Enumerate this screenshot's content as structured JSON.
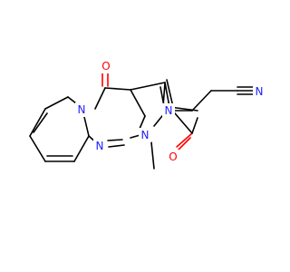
{
  "colors": {
    "background": "#ffffff",
    "carbon_bond": "#000000",
    "nitrogen": "#2020ff",
    "oxygen": "#ff0000"
  },
  "atoms": {
    "ring_n_pyridine": {
      "symbol": "N",
      "color": "nitrogen"
    },
    "ring_n_pyrimidine": {
      "symbol": "N",
      "color": "nitrogen"
    },
    "ring_n_pyrrole": {
      "symbol": "N",
      "color": "nitrogen"
    },
    "amide_n": {
      "symbol": "N",
      "color": "nitrogen"
    },
    "nitrile_n": {
      "symbol": "N",
      "color": "nitrogen"
    },
    "ketone_o": {
      "symbol": "O",
      "color": "oxygen"
    },
    "amide_o": {
      "symbol": "O",
      "color": "oxygen"
    }
  }
}
